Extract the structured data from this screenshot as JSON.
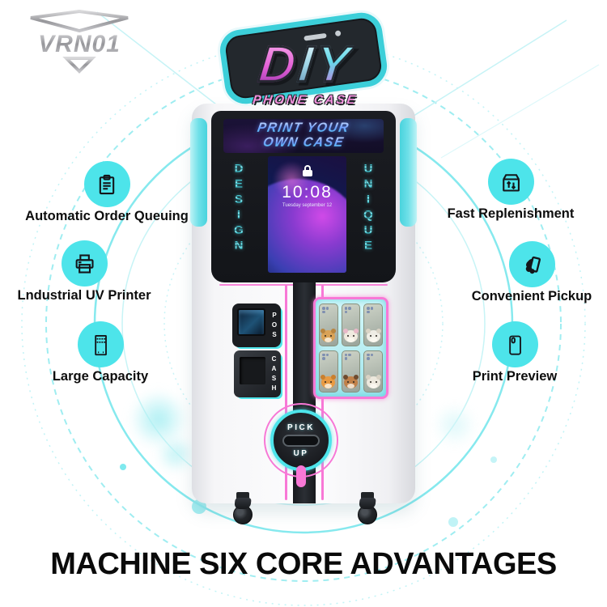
{
  "brand": {
    "logo_text": "VRN01"
  },
  "product_logo": {
    "letters": [
      "D",
      "I",
      "Y"
    ],
    "subtitle": "PHONE CASE"
  },
  "machine": {
    "banner_line1": "PRINT YOUR",
    "banner_line2": "OWN CASE",
    "left_vertical_text": "DESIGN",
    "right_vertical_text": "UNIQUE",
    "phone": {
      "time": "10:08",
      "date": "Tuesday september 12"
    },
    "pos_label": "POS",
    "cash_label": "CASH",
    "pickup": {
      "top": "PICK",
      "bottom": "UP"
    },
    "display_cases": [
      {
        "animal": "bear",
        "body": "#D9A257",
        "ear": "#B9853F"
      },
      {
        "animal": "otter",
        "body": "#F0EAE0",
        "ear": "#E8B9C8"
      },
      {
        "animal": "bull-terrier",
        "body": "#EFEDE5",
        "ear": "#DAD4C6"
      },
      {
        "animal": "tiger",
        "body": "#E89A42",
        "ear": "#C97F2E"
      },
      {
        "animal": "beagle",
        "body": "#C08049",
        "ear": "#6E4A2E"
      },
      {
        "animal": "puppy",
        "body": "#ECE8DD",
        "ear": "#D8D2C4"
      }
    ]
  },
  "features_left": [
    {
      "label": "Automatic Order Queuing",
      "icon": "clipboard"
    },
    {
      "label": "Lndustrial UV Printer",
      "icon": "printer"
    },
    {
      "label": "Large Capacity",
      "icon": "cabinet"
    }
  ],
  "features_right": [
    {
      "label": "Fast Replenishment",
      "icon": "box-arrows"
    },
    {
      "label": "Convenient Pickup",
      "icon": "hand-phone"
    },
    {
      "label": "Print Preview",
      "icon": "phone-case"
    }
  ],
  "heading": "MACHINE SIX CORE ADVANTAGES",
  "colors": {
    "accent_cyan": "#4DE4EA",
    "accent_pink": "#F878D6",
    "dark": "#17191D"
  }
}
